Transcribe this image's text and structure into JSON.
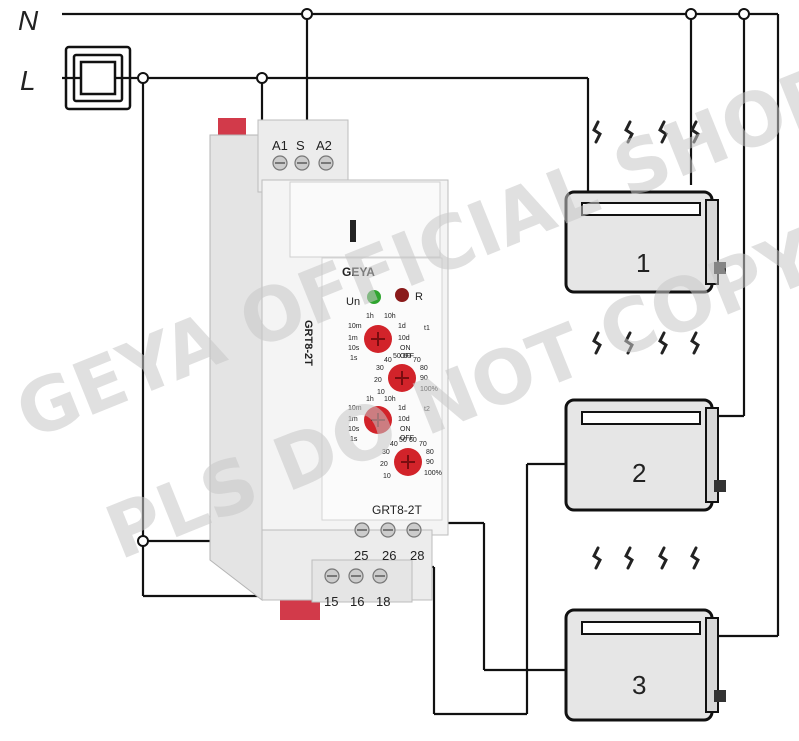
{
  "lines": {
    "neutral": "N",
    "live": "L"
  },
  "relay": {
    "brand": "GEYA",
    "model_top": "GRT8-2T",
    "model_bottom": "GRT8-2T",
    "led_power": "Un",
    "led_relay": "R",
    "terminals_top": [
      "A1",
      "S",
      "A2"
    ],
    "terminals_mid": [
      "25",
      "26",
      "28"
    ],
    "terminals_bottom": [
      "15",
      "16",
      "18"
    ],
    "dial_t1": {
      "range_labels": [
        "1h",
        "10h",
        "10m",
        "1d",
        "1m",
        "10d",
        "10s",
        "ON",
        "1s",
        "OFF"
      ],
      "id": "t1"
    },
    "dial_pct1": [
      "40",
      "50",
      "60",
      "70",
      "30",
      "80",
      "20",
      "90",
      "10",
      "100%"
    ],
    "dial_t2": {
      "range_labels": [
        "1h",
        "10h",
        "10m",
        "1d",
        "1m",
        "10d",
        "10s",
        "ON",
        "1s",
        "OFF"
      ],
      "id": "t2"
    },
    "dial_pct2": [
      "40",
      "50",
      "60",
      "70",
      "30",
      "80",
      "20",
      "90",
      "10",
      "100%"
    ]
  },
  "loads": [
    {
      "number": "1"
    },
    {
      "number": "2"
    },
    {
      "number": "3"
    }
  ],
  "watermark": {
    "line1": "GEYA OFFICIAL SHOP",
    "line2": "PLS DO NOT COPY"
  },
  "colors": {
    "wire": "#111111",
    "relay_body": "#f2f2f2",
    "knob": "#d2232a",
    "din_rail": "#d23a4a",
    "led_green": "#2fa52f",
    "led_red": "#8a1a1a",
    "toaster_fill": "#e6e6e6"
  }
}
